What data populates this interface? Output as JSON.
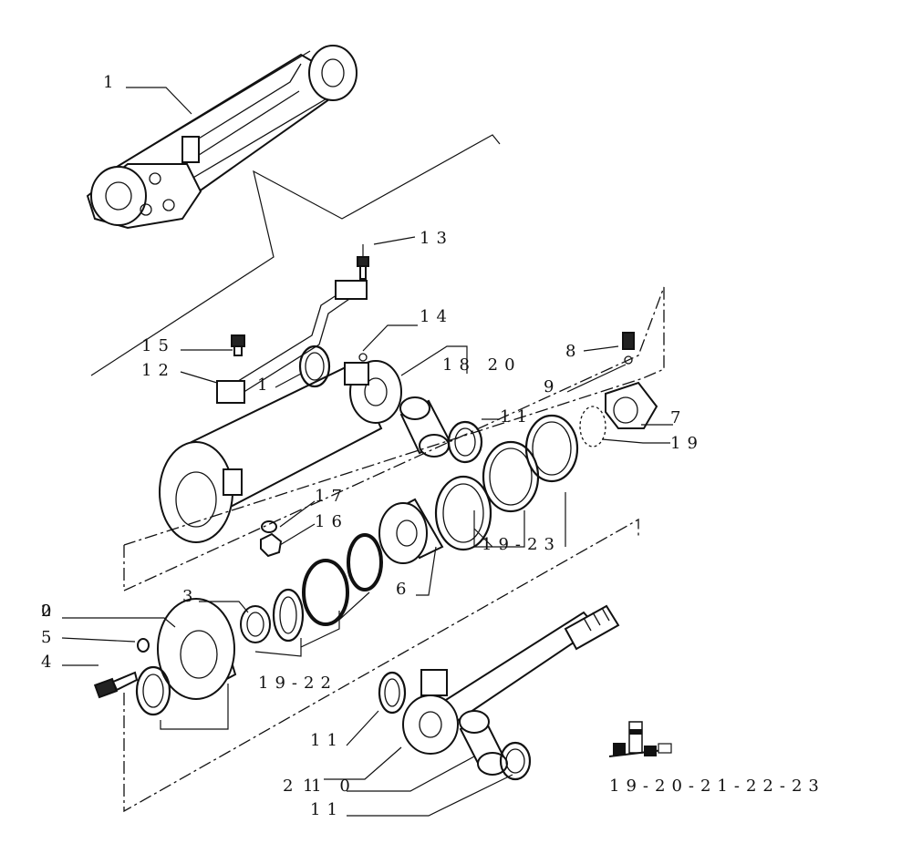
{
  "labels": {
    "l1_top": "1",
    "l13": "13",
    "l14": "14",
    "l15": "15",
    "l12": "12",
    "l1_mid": "1",
    "l18_20": "18 20",
    "l8": "8",
    "l9": "9",
    "l11_a": "11",
    "l7": "7",
    "l19": "19",
    "l17": "17",
    "l16": "16",
    "l19_23": "19-23",
    "l6": "6",
    "l3": "3",
    "l2": "2",
    "l0": "0",
    "l5": "5",
    "l4": "4",
    "l19_22": "19-22",
    "l11_b": "11",
    "l2_10": "2 1 0",
    "l1_small": "1",
    "l11_c": "11",
    "kit_code": "19-20-21-22-23"
  },
  "icons": {
    "kit": "seal-kit-icon"
  }
}
